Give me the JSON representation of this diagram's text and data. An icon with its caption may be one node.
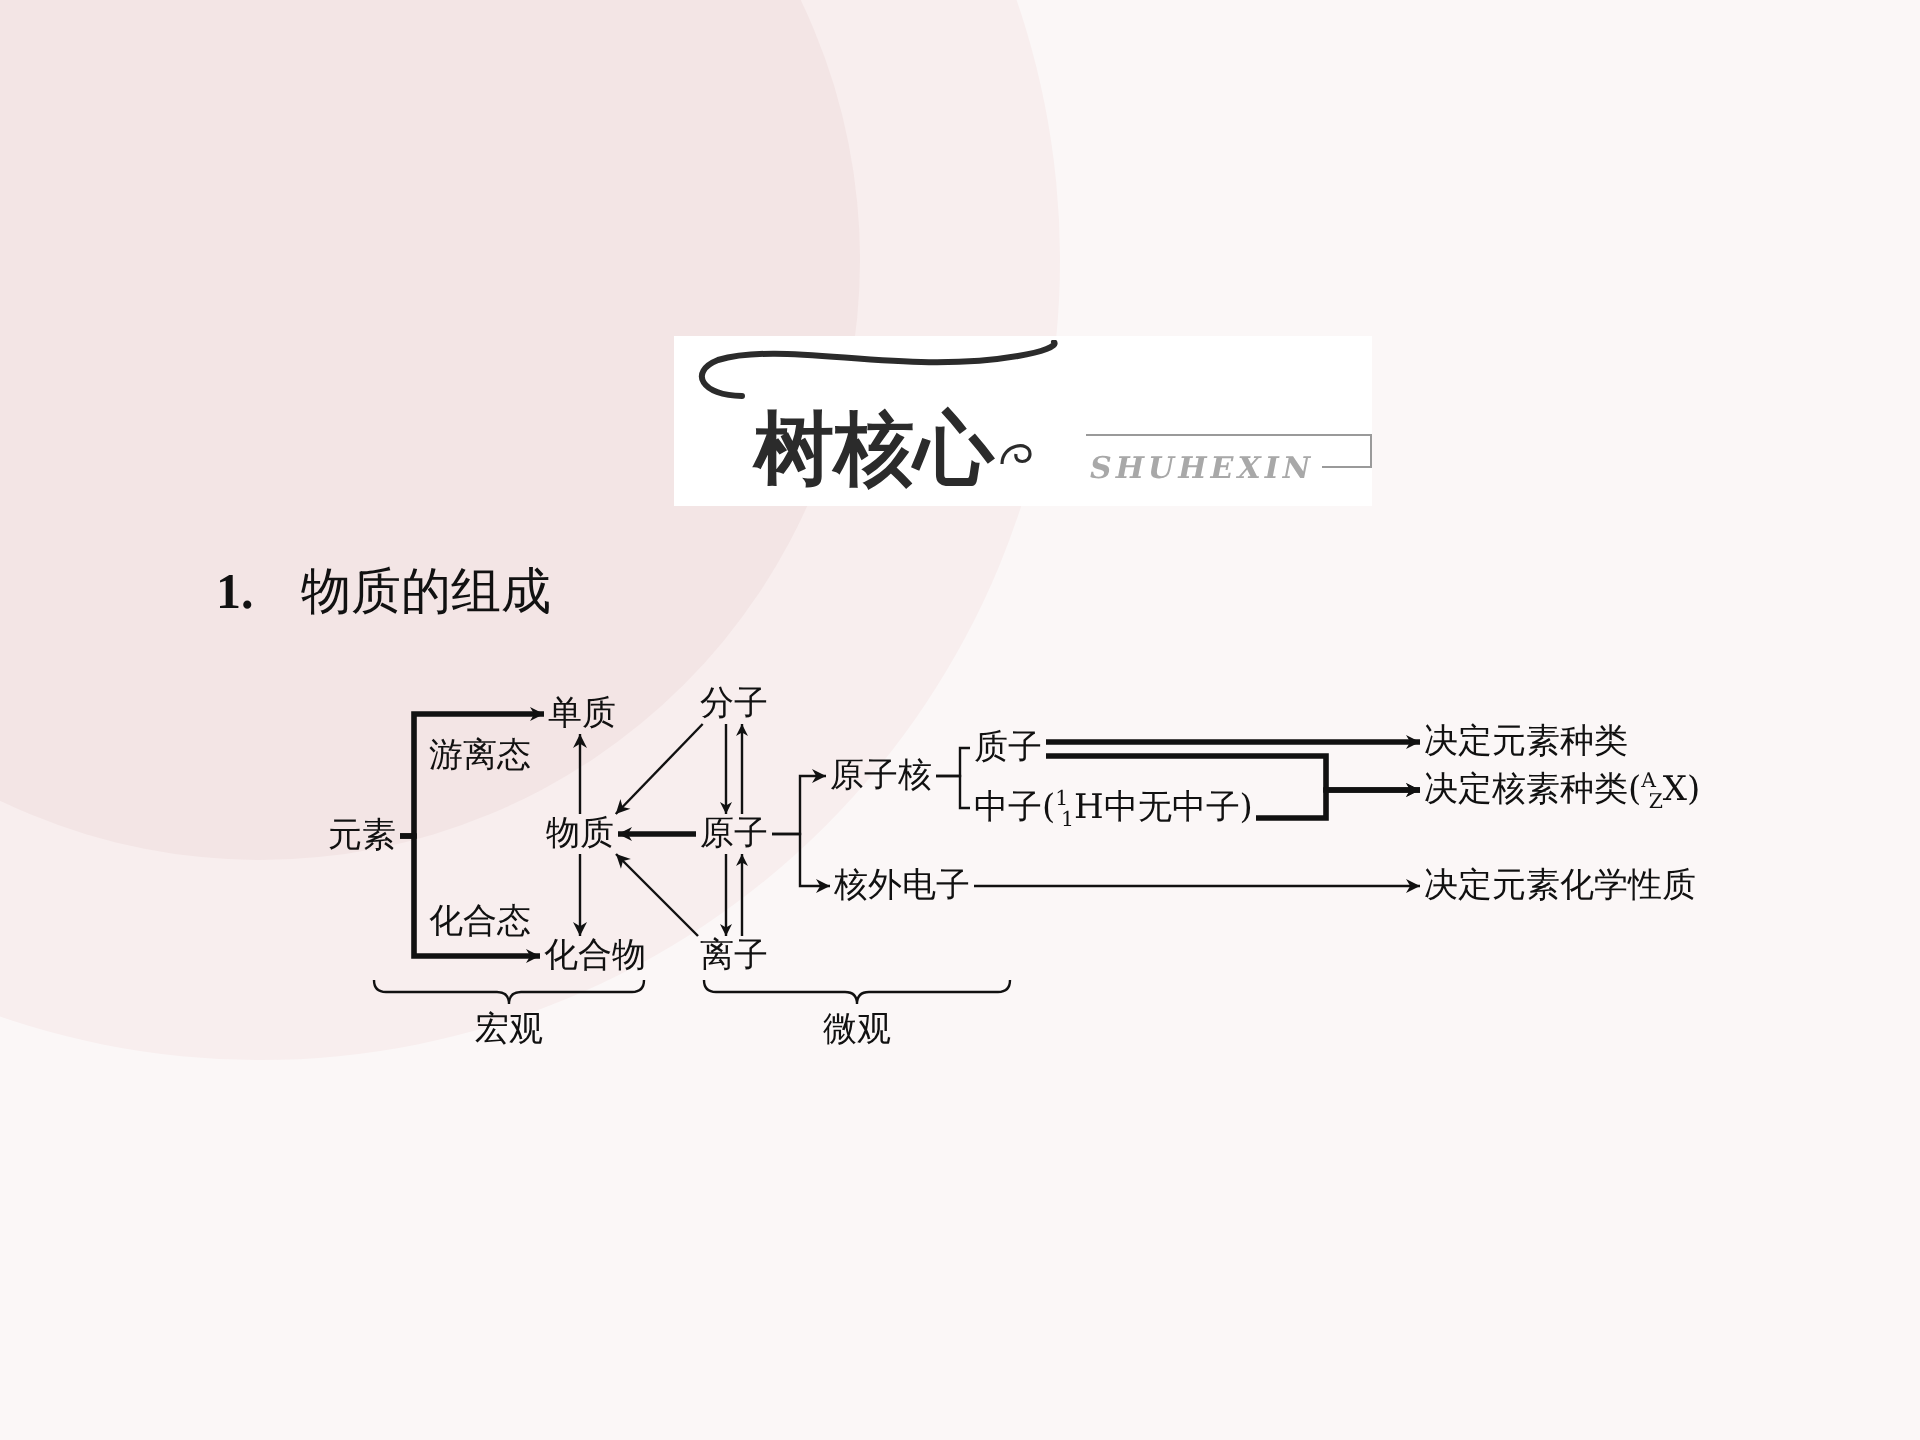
{
  "diagram": {
    "title": "**1.** 物质的组成",
    "nodes": [
      {
        "text": [
          "元素"
        ]
      },
      {
        "text": [
          "单质"
        ]
      },
      {
        "text": [
          "物质"
        ]
      },
      {
        "text": [
          "化合物"
        ]
      },
      {
        "text": [
          "分子"
        ]
      },
      {
        "text": [
          "原子"
        ]
      },
      {
        "text": [
          "离子"
        ]
      },
      {
        "text": [
          "原子核"
        ]
      },
      {
        "text": [
          "核外电子"
        ]
      },
      {
        "text": [
          "质子"
        ]
      },
      {
        "text": [
          "中子($^{1}$$_{1}$H中无中子)"
        ]
      },
      {
        "text": [
          "决定元素种类"
        ]
      },
      {
        "text": [
          "决定核素种类($^{A}$$_{Z}$X)"
        ]
      },
      {
        "text": [
          "决定元素化学性质"
        ]
      }
    ],
    "edges": [
      {
        "from": 0,
        "to": 1,
        "arrow": "to",
        "label": "游离态",
        "style": "thick"
      },
      {
        "from": 0,
        "to": 3,
        "arrow": "to",
        "label": "化合态",
        "style": "thick"
      },
      {
        "from": 2,
        "to": 1,
        "arrow": "to"
      },
      {
        "from": 2,
        "to": 3,
        "arrow": "to"
      },
      {
        "from": 4,
        "to": 2,
        "arrow": "to"
      },
      {
        "from": 5,
        "to": 2,
        "arrow": "to",
        "style": "thick"
      },
      {
        "from": 6,
        "to": 2,
        "arrow": "to"
      },
      {
        "from": 4,
        "to": 5,
        "arrow": "to"
      },
      {
        "from": 5,
        "to": 4,
        "arrow": "to"
      },
      {
        "from": 5,
        "to": 6,
        "arrow": "to"
      },
      {
        "from": 6,
        "to": 5,
        "arrow": "to"
      },
      {
        "from": 5,
        "to": 7,
        "arrow": "to"
      },
      {
        "from": 5,
        "to": 8,
        "arrow": "to"
      },
      {
        "from": 7,
        "to": 9,
        "arrow": "none"
      },
      {
        "from": 7,
        "to": 10,
        "arrow": "none"
      },
      {
        "from": 9,
        "to": 11,
        "arrow": "to",
        "style": "thick"
      },
      {
        "from": 9,
        "to": 12,
        "arrow": "to",
        "style": "thick"
      },
      {
        "from": 10,
        "to": 12,
        "arrow": "to",
        "style": "thick"
      },
      {
        "from": 8,
        "to": 13,
        "arrow": "to"
      }
    ],
    "labels": [
      "树核心",
      "SHUHEXIN",
      "宏观",
      "微观"
    ]
  }
}
